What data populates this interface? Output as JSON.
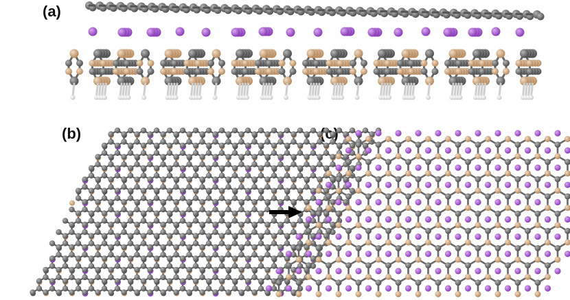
{
  "labels": {
    "a": "(a)",
    "b": "(b)",
    "c": "(c)"
  },
  "colors": {
    "carbon": "#6e6e6e",
    "carbon_dark": "#4a4a4a",
    "intercalant": "#b060d8",
    "substrate": "#d9b28a",
    "hydrogen": "#e8e8e8",
    "bond": "#5a5a5a",
    "arrow": "#000000"
  },
  "icons": {
    "arrow": "right-arrow-icon"
  }
}
